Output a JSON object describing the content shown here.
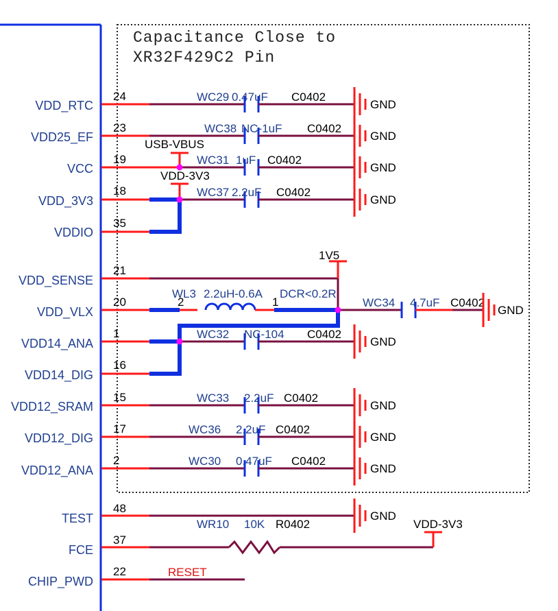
{
  "note": {
    "line1": "Capacitance Close to",
    "line2": "XR32F429C2 Pin"
  },
  "pins": [
    {
      "name": "VDD_RTC",
      "num": "24"
    },
    {
      "name": "VDD25_EF",
      "num": "23"
    },
    {
      "name": "VCC",
      "num": "19"
    },
    {
      "name": "VDD_3V3",
      "num": "18"
    },
    {
      "name": "VDDIO",
      "num": "35"
    },
    {
      "name": "VDD_SENSE",
      "num": "21"
    },
    {
      "name": "VDD_VLX",
      "num": "20"
    },
    {
      "name": "VDD14_ANA",
      "num": "1"
    },
    {
      "name": "VDD14_DIG",
      "num": "16"
    },
    {
      "name": "VDD12_SRAM",
      "num": "15"
    },
    {
      "name": "VDD12_DIG",
      "num": "17"
    },
    {
      "name": "VDD12_ANA",
      "num": "2"
    },
    {
      "name": "TEST",
      "num": "48"
    },
    {
      "name": "FCE",
      "num": "37"
    },
    {
      "name": "CHIP_PWD",
      "num": "22"
    }
  ],
  "caps": [
    {
      "ref": "WC29",
      "value": "0.47uF",
      "pkg": "C0402"
    },
    {
      "ref": "WC38",
      "value": "NC-1uF",
      "pkg": "C0402"
    },
    {
      "ref": "WC31",
      "value": "1uF",
      "pkg": "C0402"
    },
    {
      "ref": "WC37",
      "value": "2.2uF",
      "pkg": "C0402"
    },
    {
      "ref": "WC34",
      "value": "4.7uF",
      "pkg": "C0402"
    },
    {
      "ref": "WC32",
      "value": "NC-104",
      "pkg": "C0402"
    },
    {
      "ref": "WC33",
      "value": "2.2uF",
      "pkg": "C0402"
    },
    {
      "ref": "WC36",
      "value": "2.2uF",
      "pkg": "C0402"
    },
    {
      "ref": "WC30",
      "value": "0.47uF",
      "pkg": "C0402"
    }
  ],
  "gnd_label": "GND",
  "nets": {
    "usb_vbus": "USB-VBUS",
    "vdd_3v3": "VDD-3V3",
    "v1v5": "1V5",
    "reset": "RESET",
    "vdd_3v3_right": "VDD-3V3"
  },
  "inductor": {
    "ref": "WL3",
    "value": "2.2uH-0.6A",
    "dcr": "DCR<0.2R",
    "pin2": "2",
    "pin1": "1"
  },
  "resistor": {
    "ref": "WR10",
    "value": "10K",
    "pkg": "R0402"
  },
  "colors": {
    "wire": "#ff1a1a",
    "bus": "#1030e0",
    "label": "#1f3f8f",
    "junction": "#ff00ff",
    "wire_dark": "#7a1040"
  }
}
